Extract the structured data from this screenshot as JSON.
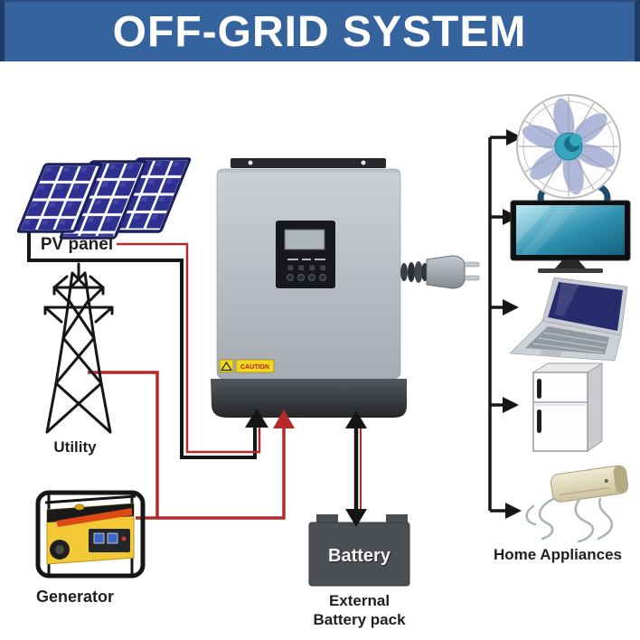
{
  "header": {
    "title": "OFF-GRID SYSTEM"
  },
  "labels": {
    "pv_panel": "PV panel",
    "utility": "Utility",
    "generator": "Generator",
    "battery": "Battery",
    "battery_caption_line1": "External",
    "battery_caption_line2": "Battery pack",
    "home_appliances": "Home Appliances"
  },
  "inverter": {
    "caution_label": "CAUTION"
  },
  "appliances": [
    "fan",
    "tv",
    "laptop",
    "refrigerator",
    "air-conditioner"
  ],
  "connections": [
    {
      "from": "PV panel",
      "to": "Inverter",
      "wire_colors": [
        "black",
        "red"
      ],
      "style": "arrow-into-inverter"
    },
    {
      "from": "Utility",
      "to": "Inverter",
      "wire_colors": [
        "red"
      ],
      "style": "arrow-into-inverter"
    },
    {
      "from": "Generator",
      "to": "Inverter",
      "wire_colors": [
        "red"
      ],
      "style": "arrow-into-inverter"
    },
    {
      "from": "Inverter",
      "to": "External Battery pack",
      "wire_colors": [
        "black",
        "red"
      ],
      "style": "double-headed-arrow"
    },
    {
      "from": "Inverter",
      "to": "Home Appliances",
      "wire_colors": [
        "black"
      ],
      "style": "trunk-with-five-branch-arrows"
    }
  ],
  "colors": {
    "banner_blue": "#35639e",
    "wire_red": "#b62a2c",
    "wire_black": "#161616",
    "inverter_body": "#b9bfc4",
    "inverter_bottom": "#34373c",
    "battery_gray": "#4b4e53",
    "caution_yellow": "#f2d71e",
    "generator_yellow": "#f3c836",
    "panel_cell_blue": "#2e3190"
  }
}
